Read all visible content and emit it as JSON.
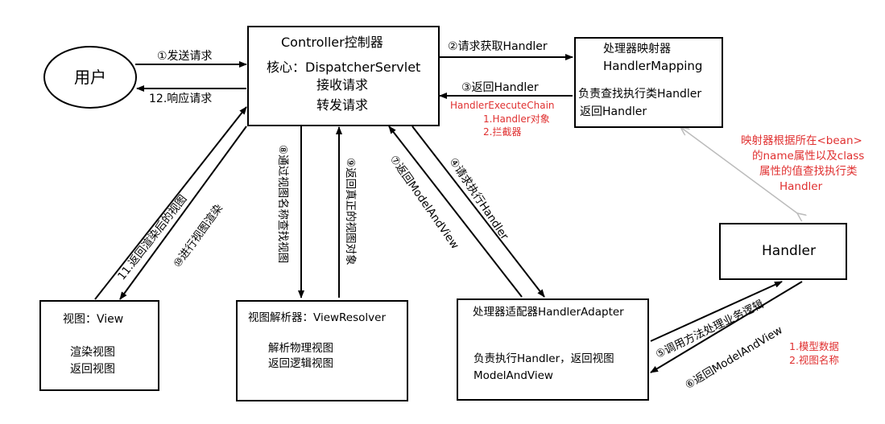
{
  "nodes": {
    "user": "用户",
    "controller": {
      "title": "Controller控制器",
      "core": "核心：DispatcherServlet",
      "line1": "接收请求",
      "line2": "转发请求"
    },
    "mapping": {
      "title1": "处理器映射器",
      "title2": "HandlerMapping",
      "line1": "负责查找执行类Handler",
      "line2": "返回Handler"
    },
    "handler": "Handler",
    "view": {
      "title": "视图：View",
      "line1": "渲染视图",
      "line2": "返回视图"
    },
    "resolver": {
      "title": "视图解析器：ViewResolver",
      "line1": "解析物理视图",
      "line2": "返回逻辑视图"
    },
    "adapter": {
      "title": "处理器适配器HandlerAdapter",
      "line1": "负责执行Handler，返回视图",
      "line2": "ModelAndView"
    }
  },
  "edges": {
    "e1": "①发送请求",
    "e12": "12.响应请求",
    "e2": "②请求获取Handler",
    "e3": "③返回Handler",
    "e4": "④请求执行Handler",
    "e5": "⑤调用方法处理业务逻辑",
    "e6": "⑥返回ModelAndView",
    "e7": "⑦返回ModelAndView",
    "e8": "⑧通过视图名称查找视图",
    "e9": "⑨返回真正的视图对象",
    "e10": "⑩进行视图渲染",
    "e11": "11.返回渲染后的视图"
  },
  "notes": {
    "chain_title": "HandlerExecuteChain",
    "chain_1": "1.Handler对象",
    "chain_2": "2.拦截器",
    "mapper_1": "映射器根据所在<bean>",
    "mapper_2": "的name属性以及class",
    "mapper_3": "属性的值查找执行类",
    "mapper_4": "Handler",
    "model_1": "1.模型数据",
    "model_2": "2.视图名称"
  },
  "colors": {
    "stroke": "#000000",
    "note": "#e03030",
    "dashed": "#bbbbbb"
  }
}
